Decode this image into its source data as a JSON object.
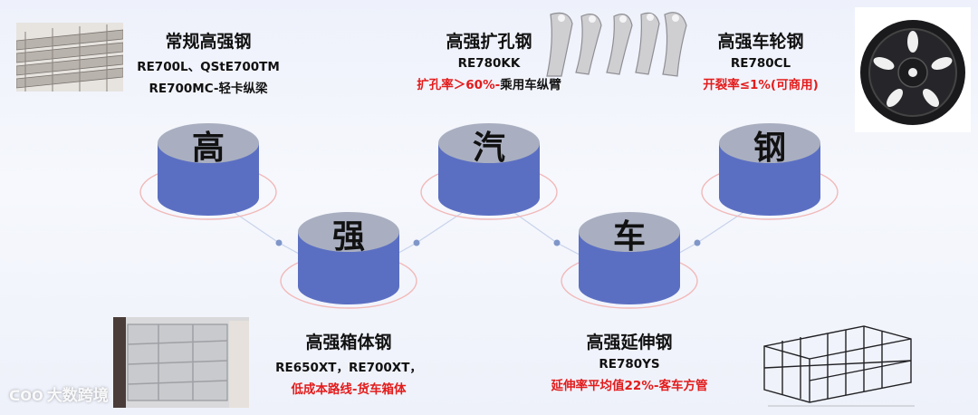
{
  "cylinders": [
    {
      "glyph": "高"
    },
    {
      "glyph": "强"
    },
    {
      "glyph": "汽"
    },
    {
      "glyph": "车"
    },
    {
      "glyph": "钢"
    }
  ],
  "labels": {
    "regular": {
      "title": "常规高强钢",
      "line1": "RE700L、QStE700TM",
      "line2": "RE700MC-轻卡纵梁"
    },
    "hole": {
      "title": "高强扩孔钢",
      "line1": "RE780KK",
      "line2_red": "扩孔率＞60%-",
      "line2_black": "乘用车纵臂"
    },
    "wheel": {
      "title": "高强车轮钢",
      "line1": "RE780CL",
      "line2_red": "开裂率≤1%(可商用)"
    },
    "box": {
      "title": "高强箱体钢",
      "line1": "RE650XT，RE700XT，",
      "line2_red": "低成本路线-货车箱体"
    },
    "ext": {
      "title": "高强延伸钢",
      "line1": "RE780YS",
      "line2_red": "延伸率平均值22%-客车方管"
    }
  },
  "watermark": {
    "logo": "ᑕOO",
    "text": "大数跨境"
  },
  "colors": {
    "cylinder_body": "#5b6fc2",
    "cylinder_top": "#a9afc0",
    "label_red": "#e31b1b",
    "ring": "#f2b9b9",
    "dot": "#7f96c8"
  }
}
